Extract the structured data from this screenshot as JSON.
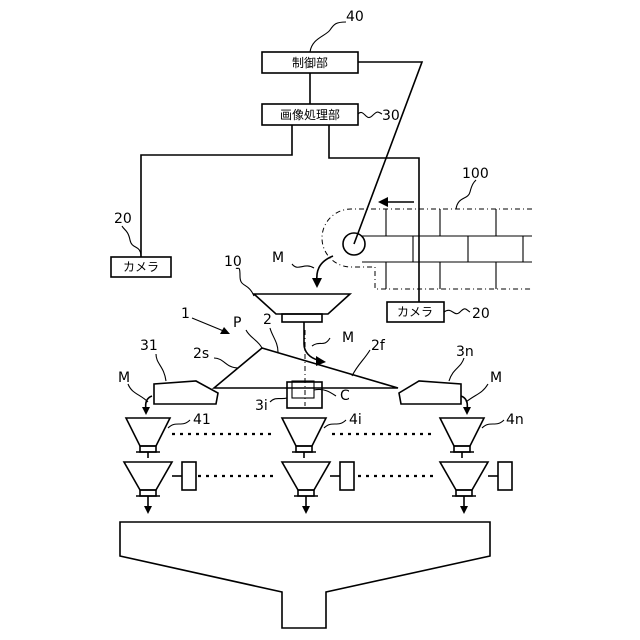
{
  "boxes": {
    "control": "制御部",
    "image_processing": "画像処理部",
    "camera_left": "カメラ",
    "camera_right": "カメラ"
  },
  "refs": {
    "r40": "40",
    "r30": "30",
    "r100": "100",
    "r20_left": "20",
    "r20_right": "20",
    "r10": "10",
    "M_chute": "M",
    "M_drop": "M",
    "M_left": "M",
    "M_right": "M",
    "r1": "1",
    "P": "P",
    "r2": "2",
    "r2s": "2s",
    "r2f": "2f",
    "r31": "31",
    "r3n": "3n",
    "r3i": "3i",
    "C": "C",
    "r41": "41",
    "r4i": "4i",
    "r4n": "4n"
  }
}
